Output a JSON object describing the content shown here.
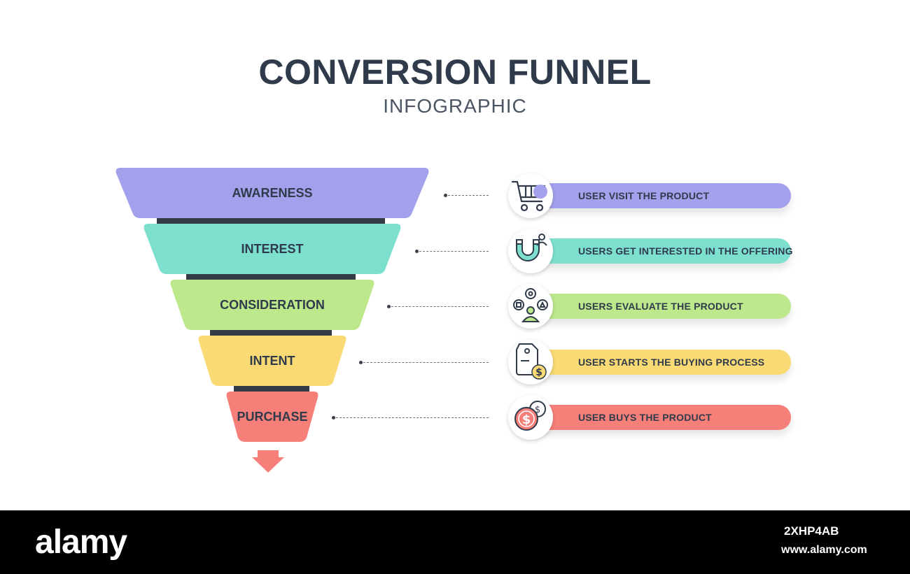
{
  "header": {
    "title": "CONVERSION FUNNEL",
    "subtitle": "INFOGRAPHIC"
  },
  "stages": [
    {
      "label": "AWARENESS",
      "description": "USER VISIT THE PRODUCT",
      "color": "#a3a0ec",
      "icon": "shopping-cart-icon"
    },
    {
      "label": "INTEREST",
      "description": "USERS GET INTERESTED IN THE OFFERING",
      "color": "#7de0cf",
      "icon": "magnet-user-icon"
    },
    {
      "label": "CONSIDERATION",
      "description": "USERS EVALUATE THE PRODUCT",
      "color": "#bde88b",
      "icon": "user-options-icon"
    },
    {
      "label": "INTENT",
      "description": "USER STARTS THE BUYING PROCESS",
      "color": "#f9da74",
      "icon": "price-tag-icon"
    },
    {
      "label": "PURCHASE",
      "description": "USER BUYS THE PRODUCT",
      "color": "#f67f7a",
      "icon": "coins-icon"
    }
  ],
  "footer": {
    "brand": "alamy",
    "image_id": "2XHP4AB",
    "url": "www.alamy.com"
  }
}
